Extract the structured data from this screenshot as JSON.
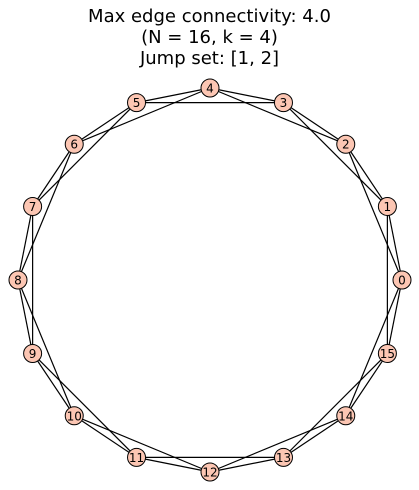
{
  "title": {
    "line1": "Max edge connectivity: 4.0",
    "line2": "(N = 16, k = 4)",
    "line3": "Jump set: [1, 2]"
  },
  "graph": {
    "node_count": 16,
    "jump_set": [
      1,
      2
    ],
    "node_labels": [
      "0",
      "1",
      "2",
      "3",
      "4",
      "5",
      "6",
      "7",
      "8",
      "9",
      "10",
      "11",
      "12",
      "13",
      "14",
      "15"
    ],
    "colors": {
      "node_fill": "#fcc6b3",
      "node_stroke": "#000000",
      "edge": "#000000"
    }
  }
}
